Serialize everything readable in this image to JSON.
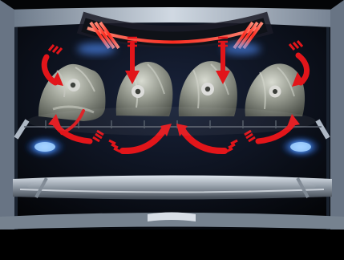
{
  "image": {
    "subject": "fish-heads-in-broiler",
    "fish_count": 4,
    "arrow_count": 9,
    "colors": {
      "background": "#050608",
      "frame": "#c9d3df",
      "heater_red": "#ff3b2e",
      "flame_blue": "#3c89ff",
      "arrow_red": "#e2151a",
      "rack_silver": "#c5ccd6",
      "fish_body": "#8f9389"
    }
  }
}
